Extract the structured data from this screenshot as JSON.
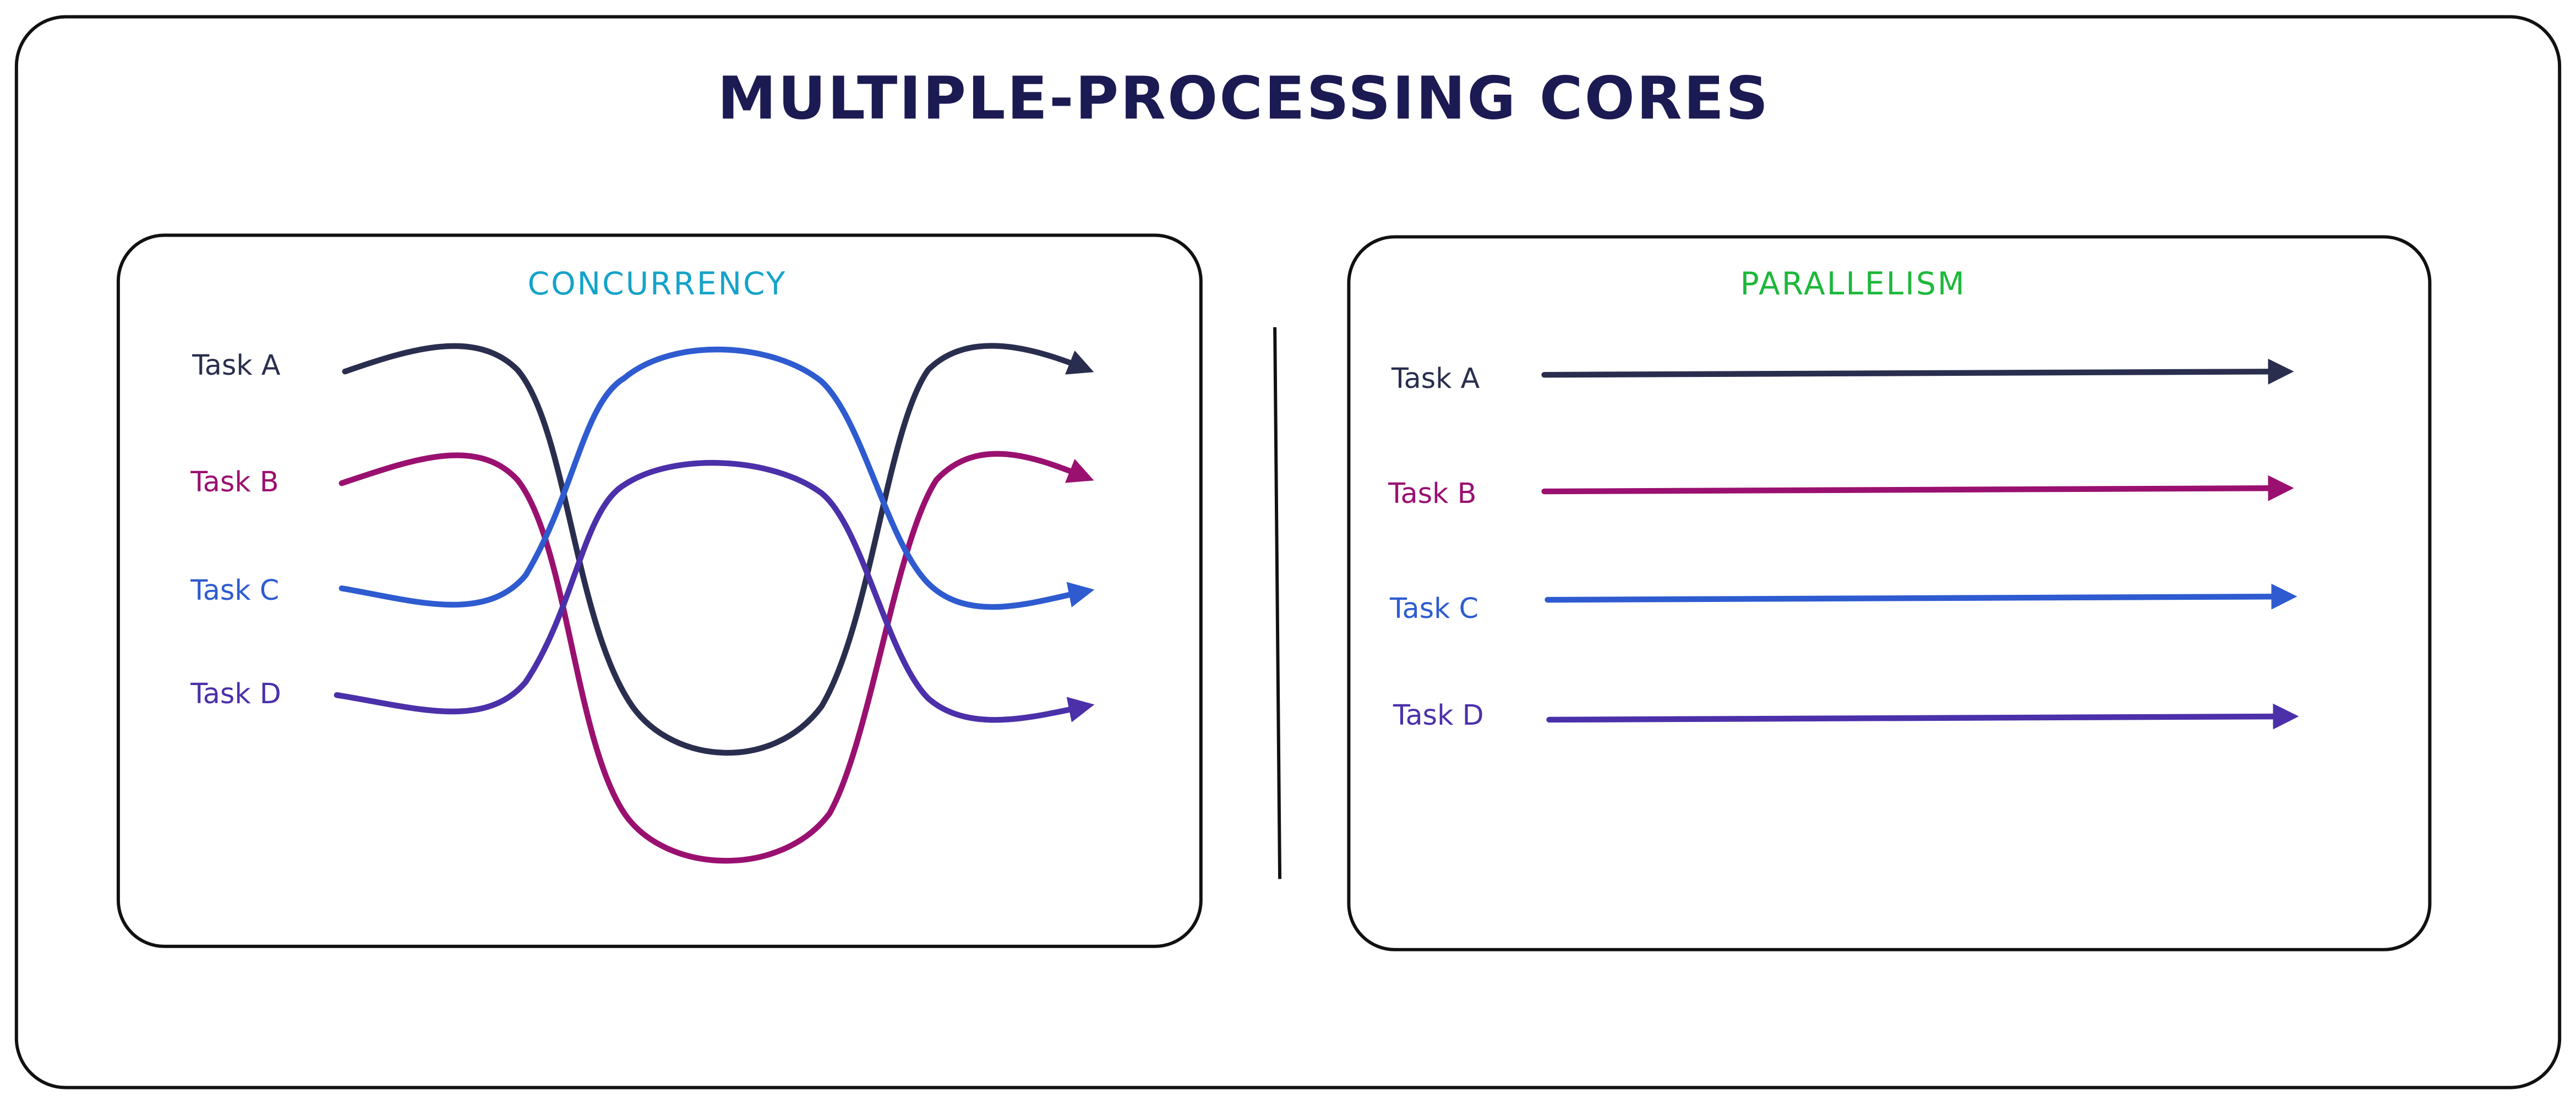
{
  "title": "MULTIPLE-PROCESSING CORES",
  "colors": {
    "title": "#1b1a52",
    "concurrency": "#15a3c9",
    "parallelism": "#1db83a",
    "task_a": "#2a2e4e",
    "task_b": "#9a1070",
    "task_c": "#2e5bd0",
    "task_d": "#4b30aa"
  },
  "concurrency": {
    "heading": "CONCURRENCY",
    "tasks": [
      "Task A",
      "Task B",
      "Task C",
      "Task D"
    ]
  },
  "parallelism": {
    "heading": "PARALLELISM",
    "tasks": [
      "Task A",
      "Task B",
      "Task C",
      "Task D"
    ]
  }
}
